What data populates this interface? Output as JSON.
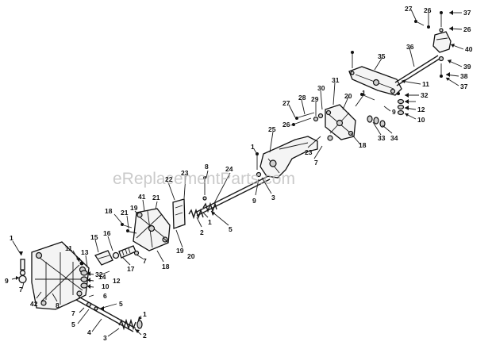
{
  "watermark": "eReplacementParts.com",
  "callouts": [
    {
      "id": "c1",
      "text": "1"
    },
    {
      "id": "c2",
      "text": "9"
    },
    {
      "id": "c3",
      "text": "7"
    },
    {
      "id": "c4",
      "text": "42"
    },
    {
      "id": "c5",
      "text": "8"
    },
    {
      "id": "c6",
      "text": "11"
    },
    {
      "id": "c7",
      "text": "13"
    },
    {
      "id": "c8",
      "text": "15"
    },
    {
      "id": "c9",
      "text": "16"
    },
    {
      "id": "c10",
      "text": "32"
    },
    {
      "id": "c11",
      "text": "12"
    },
    {
      "id": "c12",
      "text": "10"
    },
    {
      "id": "c13",
      "text": "14"
    },
    {
      "id": "c14",
      "text": "6"
    },
    {
      "id": "c15",
      "text": "5"
    },
    {
      "id": "c16",
      "text": "7"
    },
    {
      "id": "c17",
      "text": "5"
    },
    {
      "id": "c18",
      "text": "4"
    },
    {
      "id": "c19",
      "text": "3"
    },
    {
      "id": "c20",
      "text": "2"
    },
    {
      "id": "c21",
      "text": "1"
    },
    {
      "id": "c22",
      "text": "17"
    },
    {
      "id": "c23",
      "text": "7"
    },
    {
      "id": "c24",
      "text": "18"
    },
    {
      "id": "c25",
      "text": "18"
    },
    {
      "id": "c26",
      "text": "21"
    },
    {
      "id": "c27",
      "text": "19"
    },
    {
      "id": "c28",
      "text": "41"
    },
    {
      "id": "c29",
      "text": "21"
    },
    {
      "id": "c30",
      "text": "22"
    },
    {
      "id": "c31",
      "text": "23"
    },
    {
      "id": "c32",
      "text": "8"
    },
    {
      "id": "c33",
      "text": "19"
    },
    {
      "id": "c34",
      "text": "20"
    },
    {
      "id": "c35",
      "text": "2"
    },
    {
      "id": "c36",
      "text": "1"
    },
    {
      "id": "c37",
      "text": "5"
    },
    {
      "id": "c38",
      "text": "24"
    },
    {
      "id": "c39",
      "text": "1"
    },
    {
      "id": "c40",
      "text": "3"
    },
    {
      "id": "c41",
      "text": "9"
    },
    {
      "id": "c42",
      "text": "25"
    },
    {
      "id": "c43",
      "text": "23"
    },
    {
      "id": "c44",
      "text": "7"
    },
    {
      "id": "c45",
      "text": "27"
    },
    {
      "id": "c46",
      "text": "28"
    },
    {
      "id": "c47",
      "text": "29"
    },
    {
      "id": "c48",
      "text": "30"
    },
    {
      "id": "c49",
      "text": "26"
    },
    {
      "id": "c50",
      "text": "31"
    },
    {
      "id": "c51",
      "text": "20"
    },
    {
      "id": "c52",
      "text": "1"
    },
    {
      "id": "c53",
      "text": "18"
    },
    {
      "id": "c54",
      "text": "33"
    },
    {
      "id": "c55",
      "text": "34"
    },
    {
      "id": "c56",
      "text": "35"
    },
    {
      "id": "c57",
      "text": "36"
    },
    {
      "id": "c58",
      "text": "27"
    },
    {
      "id": "c59",
      "text": "26"
    },
    {
      "id": "c60",
      "text": "37"
    },
    {
      "id": "c61",
      "text": "26"
    },
    {
      "id": "c62",
      "text": "40"
    },
    {
      "id": "c63",
      "text": "39"
    },
    {
      "id": "c64",
      "text": "38"
    },
    {
      "id": "c65",
      "text": "37"
    },
    {
      "id": "c66",
      "text": "11"
    },
    {
      "id": "c67",
      "text": "32"
    },
    {
      "id": "c68",
      "text": "12"
    },
    {
      "id": "c69",
      "text": "10"
    },
    {
      "id": "c70",
      "text": "9"
    }
  ]
}
